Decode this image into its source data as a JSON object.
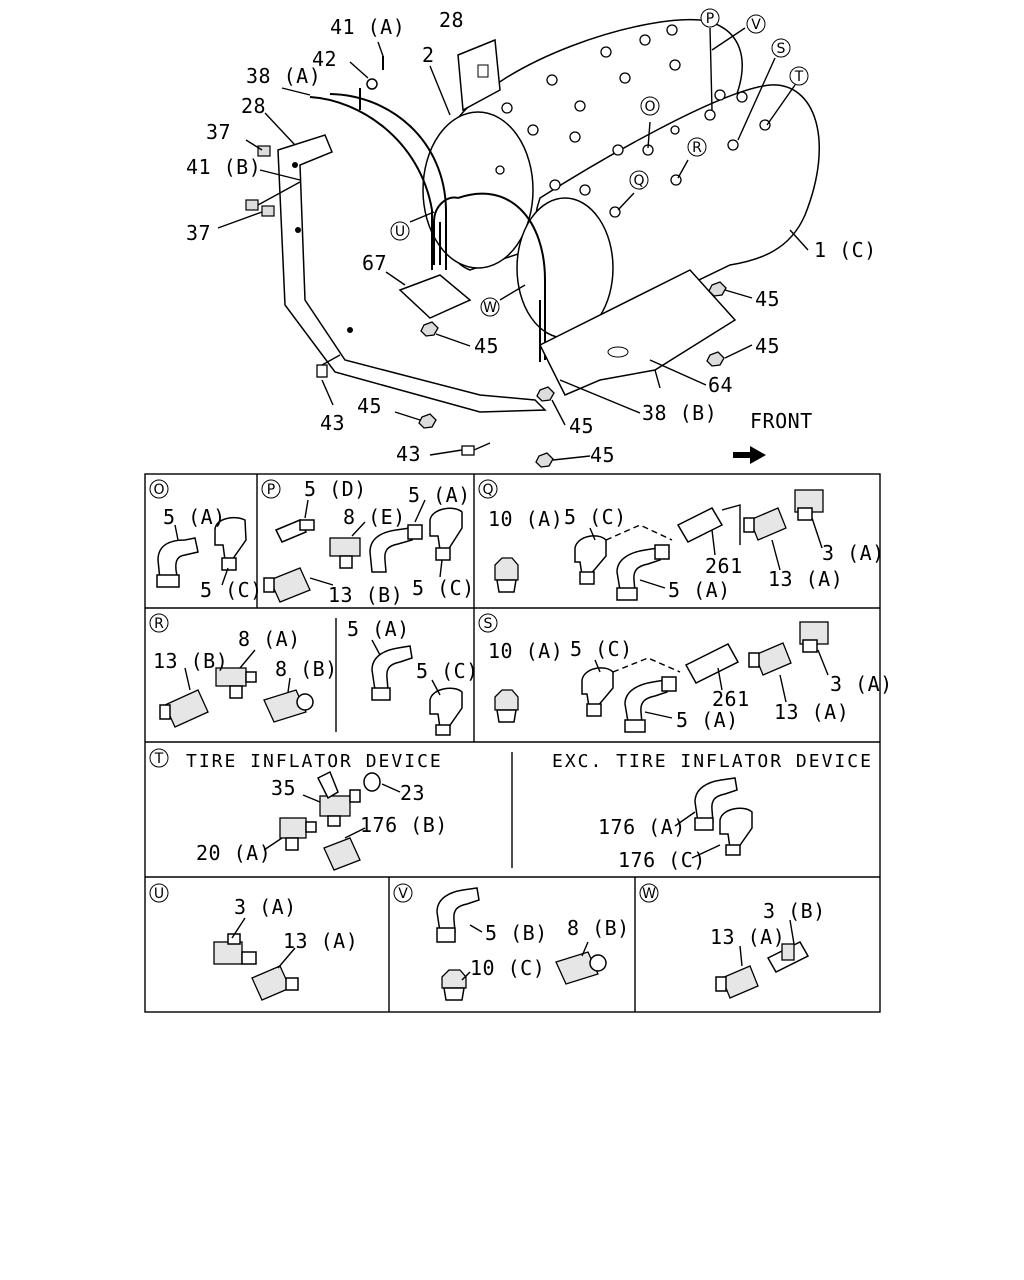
{
  "main_labels": {
    "l41a": "41 (A)",
    "l42": "42",
    "l28a": "28",
    "l2": "2",
    "l38a": "38 (A)",
    "l28b": "28",
    "l37a": "37",
    "l41b": "41 (B)",
    "l37b": "37",
    "l67": "67",
    "l1c": "1 (C)",
    "l45a": "45",
    "l45b": "45",
    "l45c": "45",
    "l45d": "45",
    "l45e": "45",
    "l45f": "45",
    "l64": "64",
    "l43a": "43",
    "l43b": "43",
    "l38b": "38 (B)",
    "front": "FRONT"
  },
  "callouts": {
    "P": "P",
    "V": "V",
    "S": "S",
    "T": "T",
    "O": "O",
    "R": "R",
    "Q": "Q",
    "U": "U",
    "W": "W"
  },
  "panels": {
    "o": {
      "key": "O",
      "l5a": "5 (A)",
      "l5c": "5 (C)"
    },
    "p": {
      "key": "P",
      "l5d": "5 (D)",
      "l8e": "8 (E)",
      "l5a": "5 (A)",
      "l13b": "13 (B)",
      "l5c": "5 (C)"
    },
    "q": {
      "key": "Q",
      "l10a": "10 (A)",
      "l5c": "5 (C)",
      "l261": "261",
      "l3a": "3 (A)",
      "l13a": "13 (A)",
      "l5a": "5 (A)"
    },
    "r": {
      "key": "R",
      "l8a": "8 (A)",
      "l13b": "13 (B)",
      "l8b": "8 (B)",
      "l5a": "5 (A)",
      "l5c": "5 (C)"
    },
    "s": {
      "key": "S",
      "l10a": "10 (A)",
      "l5c": "5 (C)",
      "l261": "261",
      "l3a": "3 (A)",
      "l13a": "13 (A)",
      "l5a": "5 (A)"
    },
    "t": {
      "key": "T",
      "title_left": "TIRE  INFLATOR  DEVICE",
      "title_right": "EXC. TIRE  INFLATOR  DEVICE",
      "l35": "35",
      "l23": "23",
      "l176b": "176 (B)",
      "l20a": "20 (A)",
      "l176a": "176 (A)",
      "l176c": "176 (C)"
    },
    "u": {
      "key": "U",
      "l3a": "3 (A)",
      "l13a": "13 (A)"
    },
    "v": {
      "key": "V",
      "l5b": "5 (B)",
      "l8b": "8 (B)",
      "l10c": "10 (C)"
    },
    "w": {
      "key": "W",
      "l3b": "3 (B)",
      "l13a": "13 (A)"
    }
  }
}
